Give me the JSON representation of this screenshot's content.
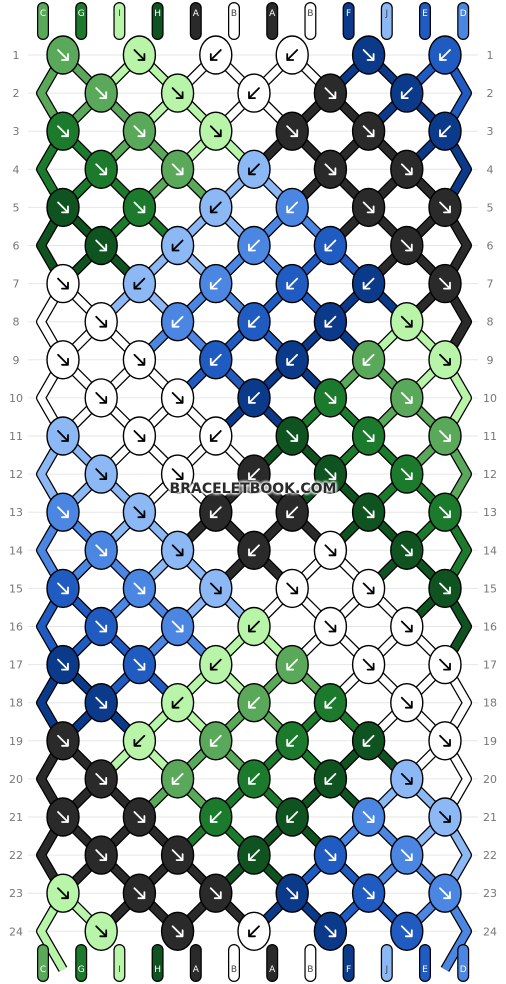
{
  "watermark": "BRACELETBOOK.COM",
  "colors": {
    "C": "#5aa95a",
    "G": "#1b7a2b",
    "I": "#b8f5a8",
    "H": "#0f5320",
    "A": "#2a2a2a",
    "B": "#ffffff",
    "F": "#0b3a8a",
    "J": "#8cb8f5",
    "E": "#1f5bc0",
    "D": "#4a86e2"
  },
  "strings_top": [
    "C",
    "G",
    "I",
    "H",
    "A",
    "B",
    "A",
    "B",
    "F",
    "J",
    "E",
    "D"
  ],
  "strings_bottom": [
    "C",
    "G",
    "I",
    "H",
    "A",
    "B",
    "A",
    "B",
    "F",
    "J",
    "E",
    "D"
  ],
  "row_labels": [
    "1",
    "2",
    "3",
    "4",
    "5",
    "6",
    "7",
    "8",
    "9",
    "10",
    "11",
    "12",
    "13",
    "14",
    "15",
    "16",
    "17",
    "18",
    "19",
    "20",
    "21",
    "22",
    "23",
    "24"
  ],
  "knots": [
    [
      {
        "c": "C",
        "d": "f"
      },
      {
        "c": "I",
        "d": "f"
      },
      {
        "c": "B",
        "d": "b"
      },
      {
        "c": "B",
        "d": "b"
      },
      {
        "c": "F",
        "d": "f"
      },
      {
        "c": "E",
        "d": "b"
      }
    ],
    [
      {
        "c": "C",
        "d": "f"
      },
      {
        "c": "I",
        "d": "f"
      },
      {
        "c": "B",
        "d": "b"
      },
      {
        "c": "A",
        "d": "f"
      },
      {
        "c": "F",
        "d": "b"
      }
    ],
    [
      {
        "c": "G",
        "d": "f"
      },
      {
        "c": "C",
        "d": "f"
      },
      {
        "c": "I",
        "d": "f"
      },
      {
        "c": "A",
        "d": "f"
      },
      {
        "c": "A",
        "d": "f"
      },
      {
        "c": "F",
        "d": "b"
      }
    ],
    [
      {
        "c": "G",
        "d": "f"
      },
      {
        "c": "C",
        "d": "f"
      },
      {
        "c": "J",
        "d": "b"
      },
      {
        "c": "A",
        "d": "f"
      },
      {
        "c": "A",
        "d": "f"
      }
    ],
    [
      {
        "c": "H",
        "d": "f"
      },
      {
        "c": "G",
        "d": "f"
      },
      {
        "c": "J",
        "d": "b"
      },
      {
        "c": "D",
        "d": "b"
      },
      {
        "c": "A",
        "d": "f"
      },
      {
        "c": "A",
        "d": "f"
      }
    ],
    [
      {
        "c": "H",
        "d": "f"
      },
      {
        "c": "J",
        "d": "b"
      },
      {
        "c": "D",
        "d": "b"
      },
      {
        "c": "E",
        "d": "b"
      },
      {
        "c": "A",
        "d": "f"
      }
    ],
    [
      {
        "c": "B",
        "d": "f"
      },
      {
        "c": "J",
        "d": "b"
      },
      {
        "c": "D",
        "d": "b"
      },
      {
        "c": "E",
        "d": "b"
      },
      {
        "c": "F",
        "d": "b"
      },
      {
        "c": "A",
        "d": "f"
      }
    ],
    [
      {
        "c": "B",
        "d": "f"
      },
      {
        "c": "D",
        "d": "b"
      },
      {
        "c": "E",
        "d": "b"
      },
      {
        "c": "F",
        "d": "b"
      },
      {
        "c": "I",
        "d": "f"
      }
    ],
    [
      {
        "c": "B",
        "d": "f"
      },
      {
        "c": "B",
        "d": "f"
      },
      {
        "c": "E",
        "d": "b"
      },
      {
        "c": "F",
        "d": "b"
      },
      {
        "c": "C",
        "d": "b"
      },
      {
        "c": "I",
        "d": "f"
      }
    ],
    [
      {
        "c": "B",
        "d": "f"
      },
      {
        "c": "B",
        "d": "f"
      },
      {
        "c": "F",
        "d": "b"
      },
      {
        "c": "G",
        "d": "f"
      },
      {
        "c": "C",
        "d": "f"
      }
    ],
    [
      {
        "c": "J",
        "d": "f"
      },
      {
        "c": "B",
        "d": "f"
      },
      {
        "c": "B",
        "d": "b"
      },
      {
        "c": "H",
        "d": "f"
      },
      {
        "c": "G",
        "d": "f"
      },
      {
        "c": "C",
        "d": "f"
      }
    ],
    [
      {
        "c": "J",
        "d": "f"
      },
      {
        "c": "B",
        "d": "f"
      },
      {
        "c": "A",
        "d": "b"
      },
      {
        "c": "H",
        "d": "f"
      },
      {
        "c": "G",
        "d": "f"
      }
    ],
    [
      {
        "c": "D",
        "d": "f"
      },
      {
        "c": "J",
        "d": "f"
      },
      {
        "c": "A",
        "d": "b"
      },
      {
        "c": "A",
        "d": "b"
      },
      {
        "c": "H",
        "d": "f"
      },
      {
        "c": "G",
        "d": "f"
      }
    ],
    [
      {
        "c": "D",
        "d": "f"
      },
      {
        "c": "J",
        "d": "f"
      },
      {
        "c": "A",
        "d": "b"
      },
      {
        "c": "B",
        "d": "f"
      },
      {
        "c": "H",
        "d": "f"
      }
    ],
    [
      {
        "c": "E",
        "d": "f"
      },
      {
        "c": "D",
        "d": "f"
      },
      {
        "c": "J",
        "d": "f"
      },
      {
        "c": "B",
        "d": "f"
      },
      {
        "c": "B",
        "d": "f"
      },
      {
        "c": "H",
        "d": "f"
      }
    ],
    [
      {
        "c": "E",
        "d": "f"
      },
      {
        "c": "D",
        "d": "f"
      },
      {
        "c": "I",
        "d": "b"
      },
      {
        "c": "B",
        "d": "f"
      },
      {
        "c": "B",
        "d": "f"
      }
    ],
    [
      {
        "c": "F",
        "d": "f"
      },
      {
        "c": "E",
        "d": "f"
      },
      {
        "c": "I",
        "d": "b"
      },
      {
        "c": "C",
        "d": "b"
      },
      {
        "c": "B",
        "d": "f"
      },
      {
        "c": "B",
        "d": "f"
      }
    ],
    [
      {
        "c": "F",
        "d": "f"
      },
      {
        "c": "I",
        "d": "b"
      },
      {
        "c": "C",
        "d": "b"
      },
      {
        "c": "G",
        "d": "b"
      },
      {
        "c": "B",
        "d": "f"
      }
    ],
    [
      {
        "c": "A",
        "d": "f"
      },
      {
        "c": "I",
        "d": "b"
      },
      {
        "c": "C",
        "d": "b"
      },
      {
        "c": "G",
        "d": "b"
      },
      {
        "c": "H",
        "d": "b"
      },
      {
        "c": "B",
        "d": "f"
      }
    ],
    [
      {
        "c": "A",
        "d": "f"
      },
      {
        "c": "C",
        "d": "b"
      },
      {
        "c": "G",
        "d": "b"
      },
      {
        "c": "H",
        "d": "b"
      },
      {
        "c": "J",
        "d": "f"
      }
    ],
    [
      {
        "c": "A",
        "d": "f"
      },
      {
        "c": "A",
        "d": "f"
      },
      {
        "c": "G",
        "d": "b"
      },
      {
        "c": "H",
        "d": "b"
      },
      {
        "c": "D",
        "d": "f"
      },
      {
        "c": "J",
        "d": "f"
      }
    ],
    [
      {
        "c": "A",
        "d": "f"
      },
      {
        "c": "A",
        "d": "f"
      },
      {
        "c": "H",
        "d": "b"
      },
      {
        "c": "E",
        "d": "f"
      },
      {
        "c": "D",
        "d": "f"
      }
    ],
    [
      {
        "c": "I",
        "d": "f"
      },
      {
        "c": "A",
        "d": "f"
      },
      {
        "c": "A",
        "d": "f"
      },
      {
        "c": "F",
        "d": "f"
      },
      {
        "c": "E",
        "d": "f"
      },
      {
        "c": "D",
        "d": "f"
      }
    ],
    [
      {
        "c": "I",
        "d": "f"
      },
      {
        "c": "A",
        "d": "f"
      },
      {
        "c": "B",
        "d": "b"
      },
      {
        "c": "F",
        "d": "f"
      },
      {
        "c": "E",
        "d": "f"
      }
    ]
  ]
}
